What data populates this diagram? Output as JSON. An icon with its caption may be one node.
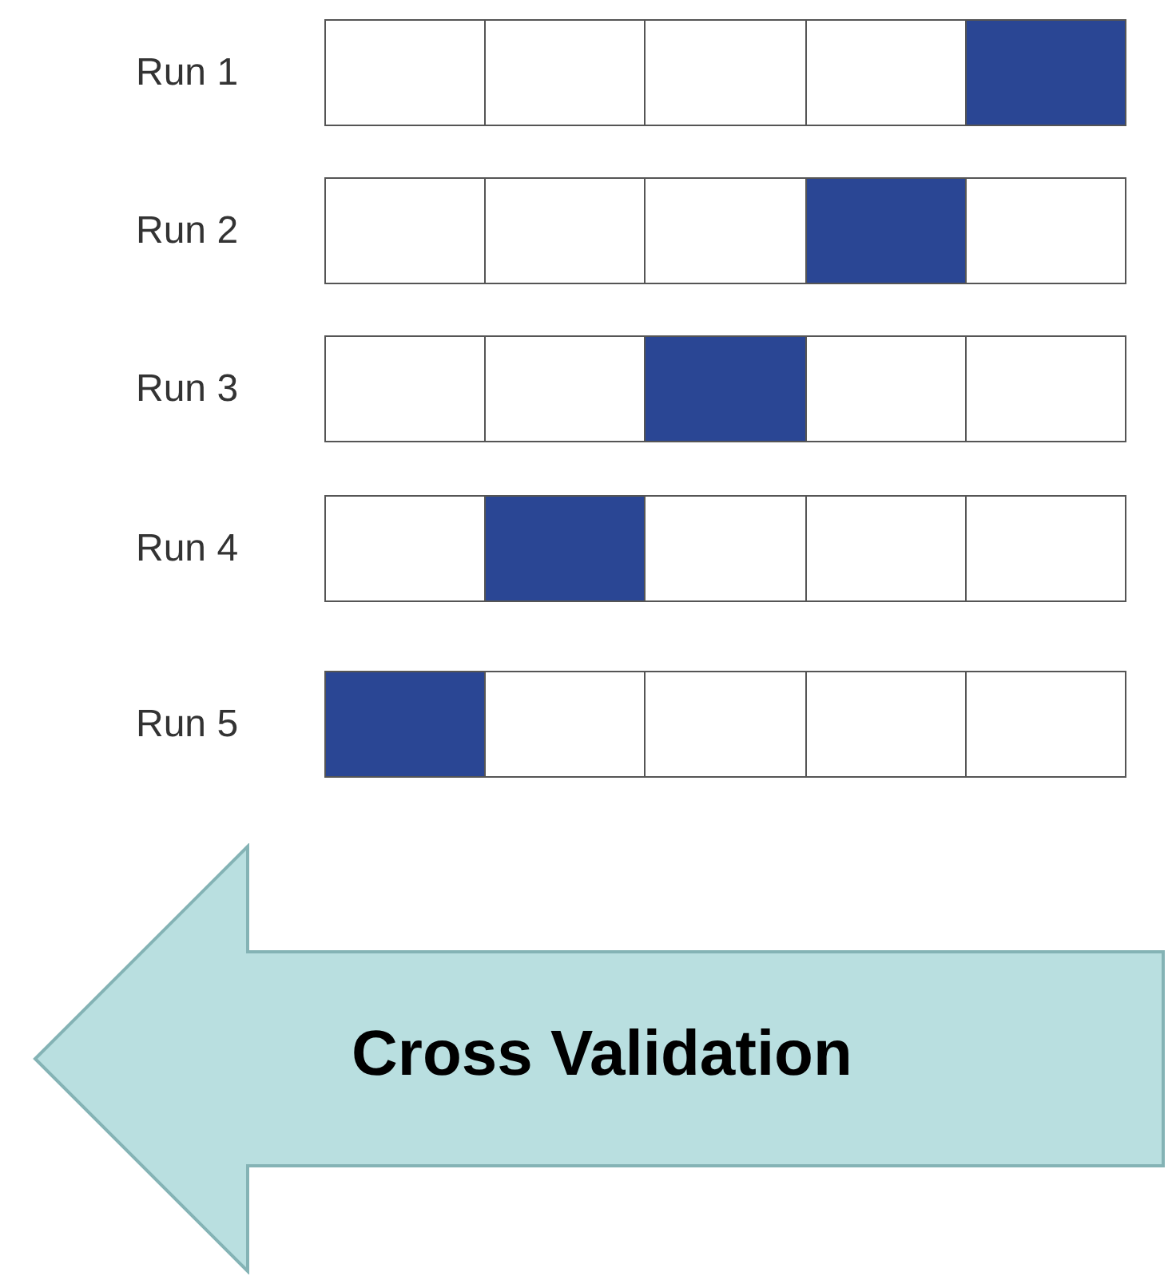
{
  "diagram": {
    "nodes": [
      {
        "text": [
          "Cross Validation"
        ]
      }
    ],
    "edges": [],
    "labels": [
      "Run 1",
      "Run 2",
      "Run 3",
      "Run 4",
      "Run 5"
    ]
  }
}
